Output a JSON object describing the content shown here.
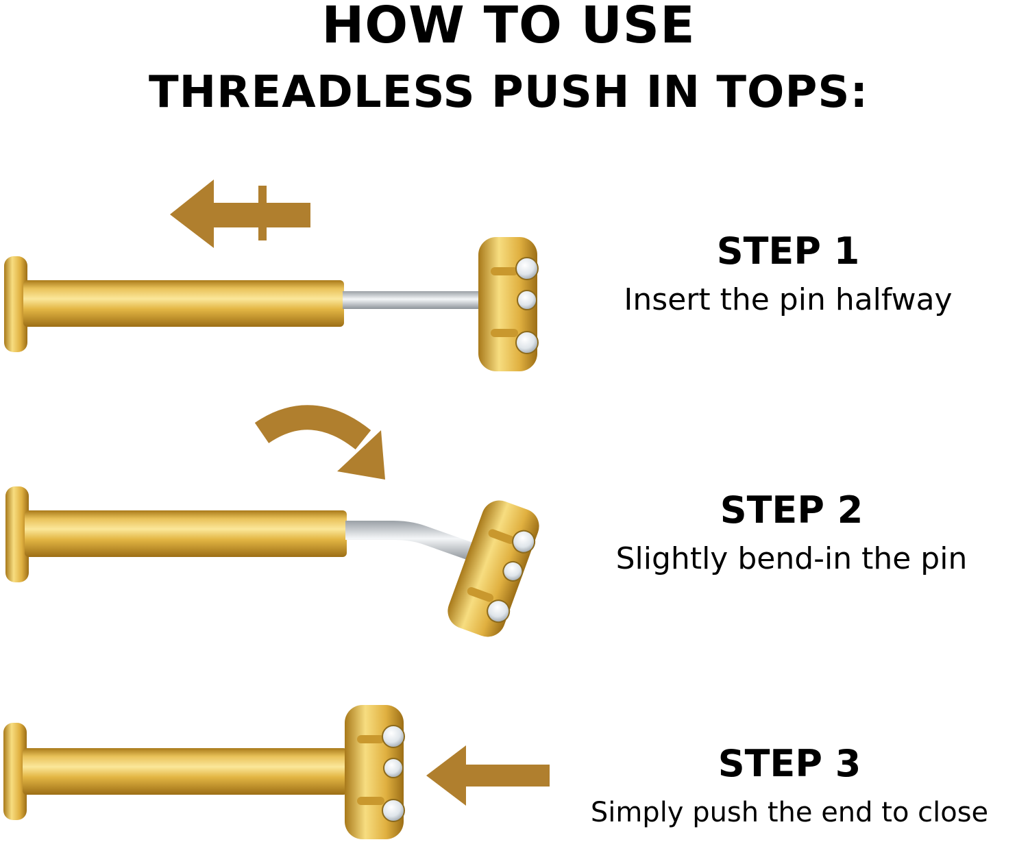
{
  "heading": {
    "line1": "HOW TO USE",
    "line2": "THREADLESS PUSH IN TOPS:"
  },
  "steps": [
    {
      "title": "STEP 1",
      "description": "Insert the pin halfway"
    },
    {
      "title": "STEP 2",
      "description": "Slightly bend-in the pin"
    },
    {
      "title": "STEP 3",
      "description": "Simply push the end to close"
    }
  ],
  "colors": {
    "arrow": "#b07f2e",
    "gold_light": "#f6d774",
    "gold_dark": "#b8861f",
    "pin": "#c9cdd2",
    "gem": "#e9eef3"
  },
  "icons": [
    "pull-out-arrow-icon",
    "bend-curved-arrow-icon",
    "push-left-arrow-icon"
  ]
}
